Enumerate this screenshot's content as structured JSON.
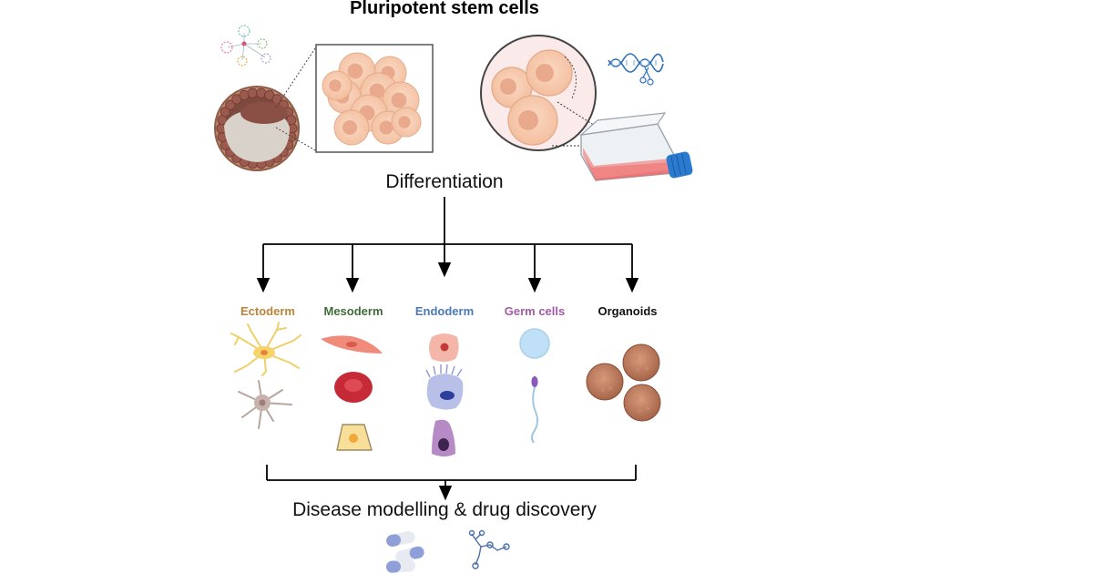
{
  "title": "Pluripotent stem cells",
  "process_label": "Differentiation",
  "outcome_label": "Disease modelling & drug discovery",
  "lineages": [
    {
      "label": "Ectoderm",
      "color": "#b9843a"
    },
    {
      "label": "Mesoderm",
      "color": "#3f6b3a"
    },
    {
      "label": "Endoderm",
      "color": "#4a78b8"
    },
    {
      "label": "Germ cells",
      "color": "#a35aa8"
    },
    {
      "label": "Organoids",
      "color": "#111111"
    }
  ],
  "colors": {
    "cell_fill": "#f7cdb0",
    "cell_nucleus": "#e8a98d",
    "flask_media": "#e8696a",
    "flask_cap": "#2a7ad0",
    "connector": "#000000"
  }
}
